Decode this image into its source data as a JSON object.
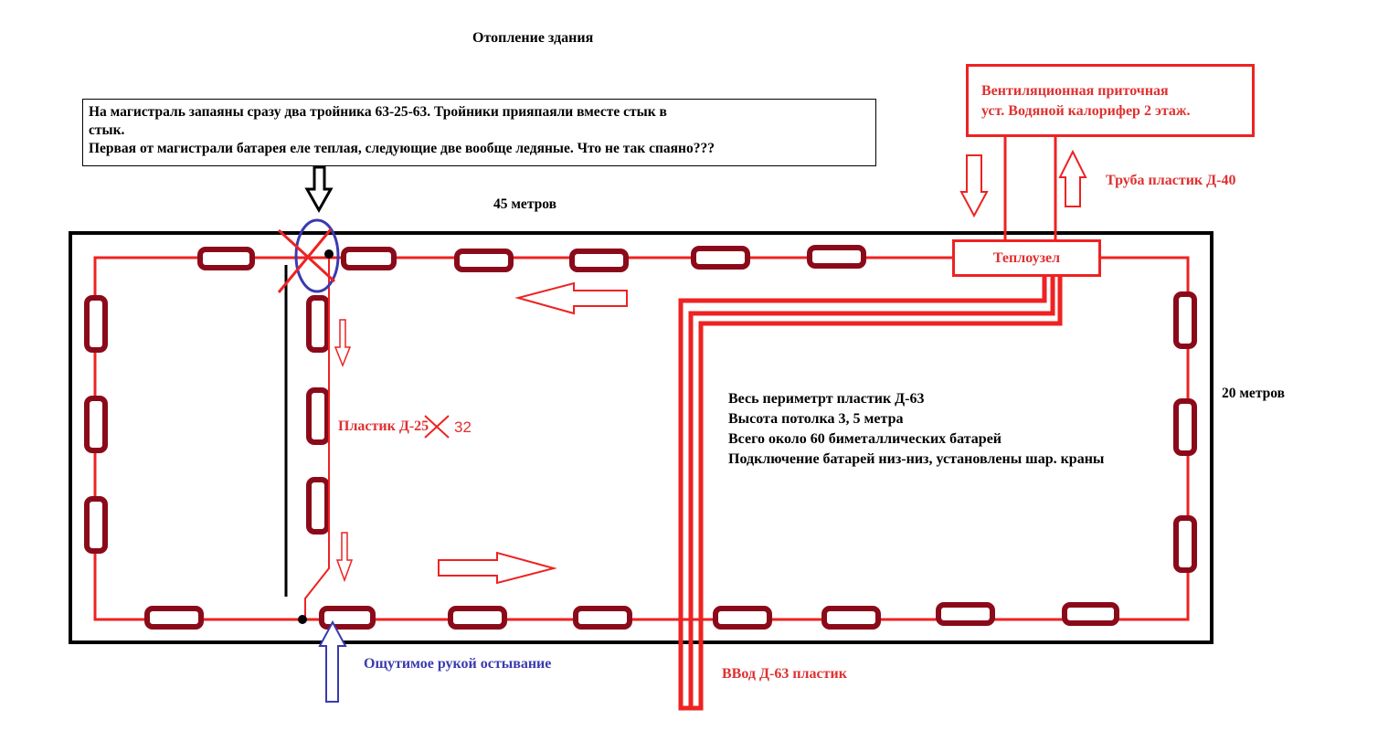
{
  "title": "Отопление здания",
  "note": {
    "line1": "На магистраль запаяны сразу два тройника 63-25-63. Тройники прияпаяли вместе стык в",
    "line2": "стык.",
    "line3": "Первая от магистрали батарея еле теплая, следующие две вообще ледяные. Что не так спаяно???"
  },
  "dimensions": {
    "length": "45 метров",
    "width": "20 метров"
  },
  "ventilation": {
    "line1": "Вентиляционная приточная",
    "line2": "уст. Водяной калорифер  2 этаж."
  },
  "pipe_label": "Труба пластик Д-40",
  "heat_unit": "Теплоузел",
  "info": {
    "line1": "Весь периметрт пластик Д-63",
    "line2": "Высота потолка 3, 5 метра",
    "line3": "Всего около 60 биметаллических батарей",
    "line4": "Подключение батарей низ-низ, установлены шар. краны"
  },
  "branch_label": "Пластик Д-25",
  "branch_correction": "32",
  "cooling_label": "Ощутимое рукой остывание",
  "entry_label": "ВВод Д-63 пластик",
  "colors": {
    "pipe": "#ee2222",
    "radiator": "#8b0a1a",
    "outline": "#000000",
    "accent_blue": "#3a3ab0",
    "text_red": "#e03030"
  }
}
